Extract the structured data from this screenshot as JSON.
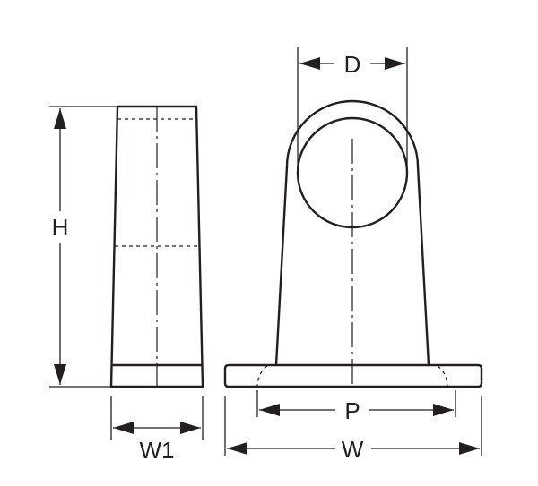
{
  "dimensions": {
    "height_label": "H",
    "diameter_label": "D",
    "pitch_label": "P",
    "width_label": "W",
    "side_width_label": "W1"
  },
  "colors": {
    "line": "#231f20",
    "background": "#ffffff"
  }
}
